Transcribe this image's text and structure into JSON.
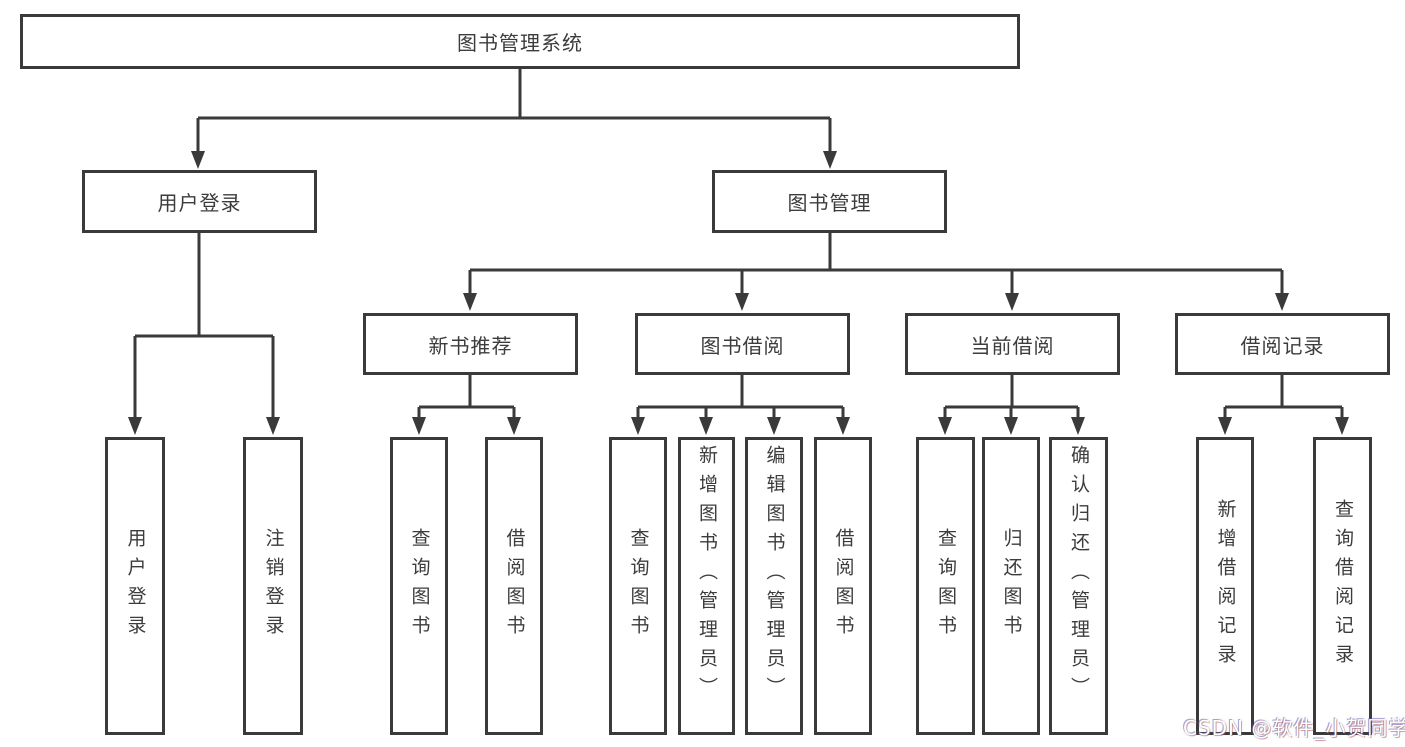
{
  "diagram": {
    "root": {
      "label": "图书管理系统"
    },
    "level2": [
      {
        "label": "用户登录"
      },
      {
        "label": "图书管理"
      }
    ],
    "level3": [
      {
        "label": "新书推荐"
      },
      {
        "label": "图书借阅"
      },
      {
        "label": "当前借阅"
      },
      {
        "label": "借阅记录"
      }
    ],
    "leaves": [
      {
        "label": "用户登录"
      },
      {
        "label": "注销登录"
      },
      {
        "label": "查询图书"
      },
      {
        "label": "借阅图书"
      },
      {
        "label": "查询图书"
      },
      {
        "label": "新增图书（管理员）"
      },
      {
        "label": "编辑图书（管理员）"
      },
      {
        "label": "借阅图书"
      },
      {
        "label": "查询图书"
      },
      {
        "label": "归还图书"
      },
      {
        "label": "确认归还（管理员）"
      },
      {
        "label": "新增借阅记录"
      },
      {
        "label": "查询借阅记录"
      }
    ]
  },
  "watermark": {
    "text": "CSDN @软件_小贺同学"
  },
  "colors": {
    "line": "#3a3a3a",
    "text": "#3c3c3c",
    "background": "#ffffff",
    "watermark": "#ffffff"
  }
}
